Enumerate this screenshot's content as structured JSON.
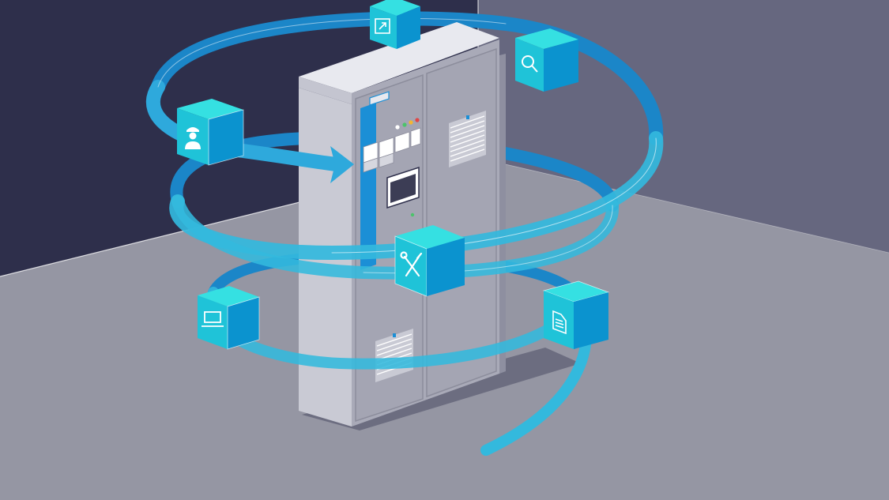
{
  "scene": {
    "subject": "control-cabinet",
    "colors": {
      "wall_left": "#2e2f4b",
      "wall_right": "#66677f",
      "floor": "#9596a3",
      "cabinet_front": "#d6d7df",
      "cabinet_side": "#a4a5b3",
      "cabinet_top": "#e8e9ef",
      "accent_blue": "#1b8fd6",
      "ribbon_cyan": "#33b9dd",
      "cube_top": "#35e0e2",
      "cube_left": "#1fc3d8",
      "cube_right": "#0b93cf",
      "shadow": "#6c6d80"
    },
    "cubes": [
      {
        "id": "cube-expand",
        "icon": "expand-icon"
      },
      {
        "id": "cube-search",
        "icon": "magnifier-icon"
      },
      {
        "id": "cube-user",
        "icon": "engineer-icon"
      },
      {
        "id": "cube-tools",
        "icon": "wrench-screwdriver-icon"
      },
      {
        "id": "cube-laptop",
        "icon": "laptop-icon"
      },
      {
        "id": "cube-document",
        "icon": "document-icon"
      }
    ],
    "indicator_lights": [
      "#ffffff",
      "#4cc36b",
      "#f2b632",
      "#e04646"
    ]
  }
}
